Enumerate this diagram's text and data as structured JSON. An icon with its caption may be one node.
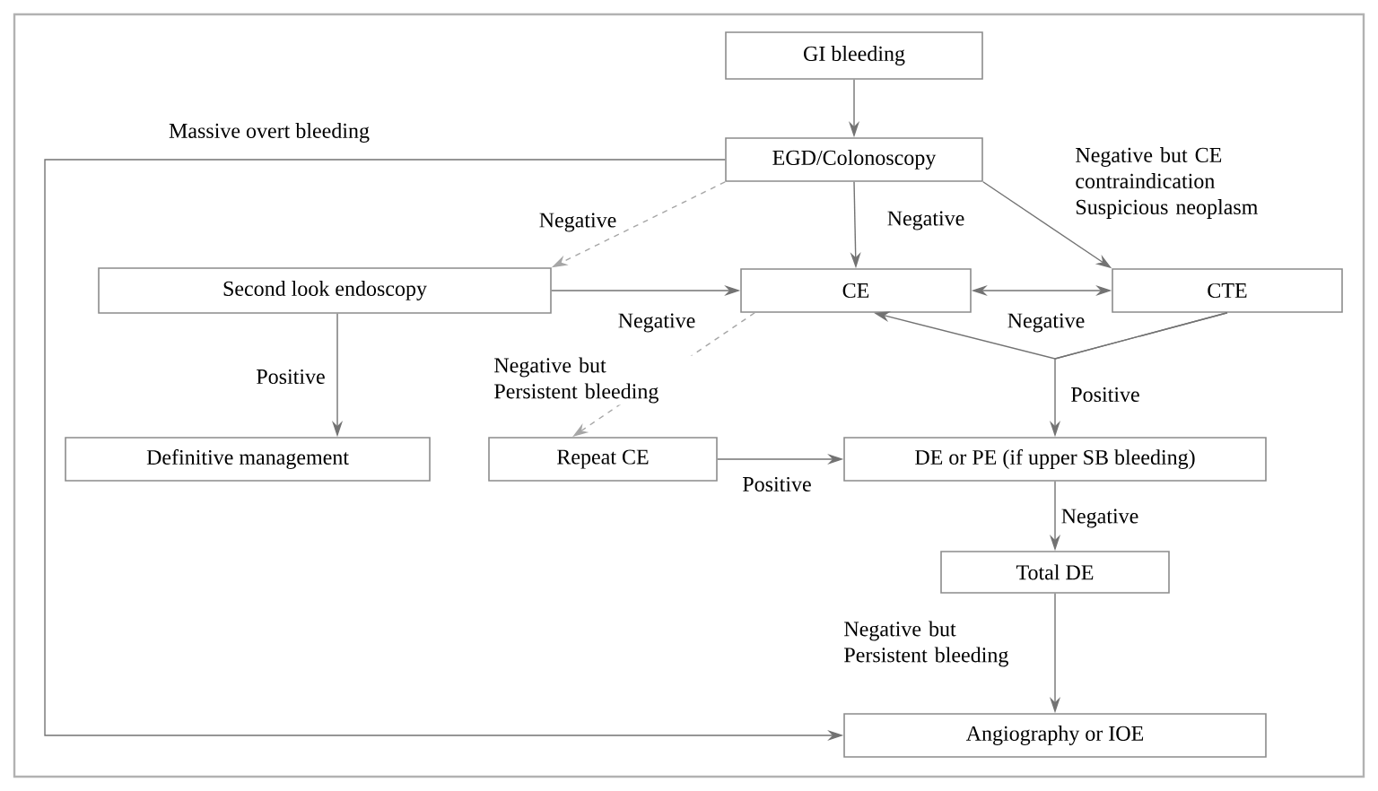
{
  "diagram": {
    "nodes": [
      {
        "text": [
          "GI bleeding"
        ]
      },
      {
        "text": [
          "EGD/Colonoscopy"
        ]
      },
      {
        "text": [
          "Second look endoscopy"
        ]
      },
      {
        "text": [
          "CE"
        ]
      },
      {
        "text": [
          "CTE"
        ]
      },
      {
        "text": [
          "Definitive management"
        ]
      },
      {
        "text": [
          "Repeat CE"
        ]
      },
      {
        "text": [
          "DE or PE (if upper SB bleeding)"
        ]
      },
      {
        "text": [
          "Total DE"
        ]
      },
      {
        "text": [
          "Angiography or IOE"
        ]
      }
    ],
    "edges": [
      {
        "from": 0,
        "to": 1,
        "arrow": "to"
      },
      {
        "from": 1,
        "to": 9,
        "arrow": "to",
        "label": "Massive overt bleeding"
      },
      {
        "from": 1,
        "to": 2,
        "arrow": "to",
        "label": "Negative",
        "style": "dashed"
      },
      {
        "from": 1,
        "to": 3,
        "arrow": "to",
        "label": "Negative"
      },
      {
        "from": 1,
        "to": 4,
        "arrow": "to",
        "label": "Negative but CE contraindication Suspicious neoplasm"
      },
      {
        "from": 2,
        "to": 3,
        "arrow": "to",
        "label": "Negative"
      },
      {
        "from": 3,
        "to": 4,
        "arrow": "both"
      },
      {
        "from": 4,
        "to": 3,
        "arrow": "to",
        "label": "Negative"
      },
      {
        "from": 2,
        "to": 5,
        "arrow": "to",
        "label": "Positive"
      },
      {
        "from": 3,
        "to": 6,
        "arrow": "to",
        "label": "Negative but Persistent bleeding",
        "style": "dashed"
      },
      {
        "from": 4,
        "to": 7,
        "arrow": "to",
        "label": "Positive"
      },
      {
        "from": 6,
        "to": 7,
        "arrow": "to",
        "label": "Positive"
      },
      {
        "from": 7,
        "to": 8,
        "arrow": "to",
        "label": "Negative"
      },
      {
        "from": 8,
        "to": 9,
        "arrow": "to",
        "label": "Negative but Persistent bleeding"
      }
    ]
  }
}
